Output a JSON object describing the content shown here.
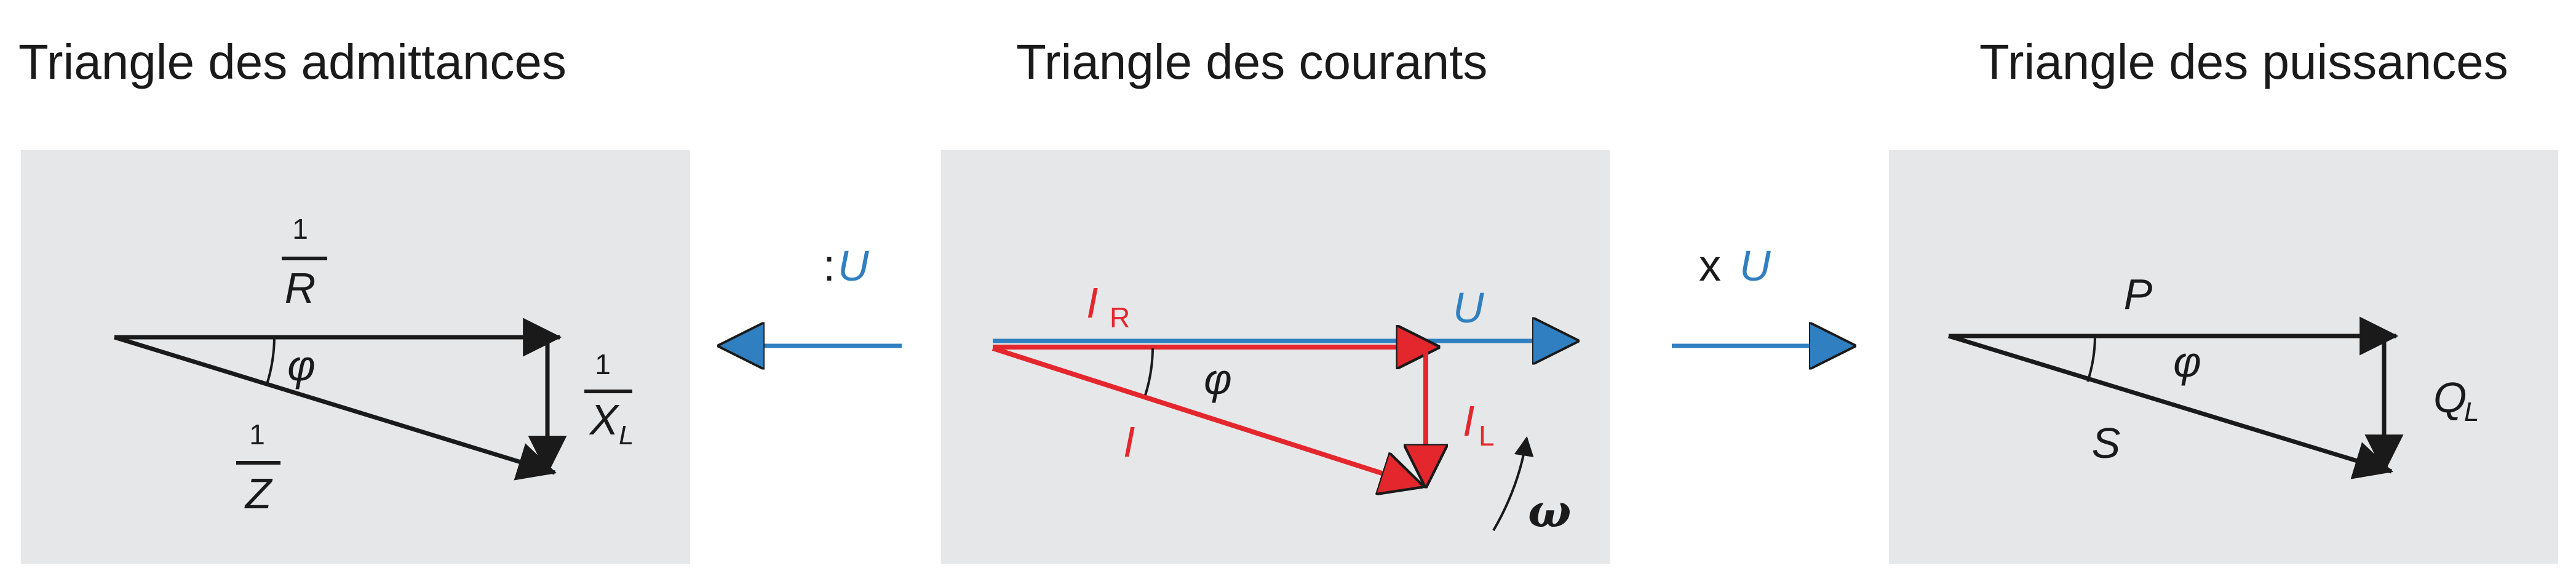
{
  "panels": {
    "admittances": {
      "title": "Triangle des admittances",
      "label_one_over_r_num": "1",
      "label_one_over_r_den": "R",
      "label_one_over_xl_num": "1",
      "label_one_over_xl_den": "X",
      "label_one_over_xl_sub": "L",
      "label_one_over_z_num": "1",
      "label_one_over_z_den": "Z",
      "label_phi": "φ"
    },
    "courants": {
      "title": "Triangle des courants",
      "label_ir": "I",
      "label_ir_sub": "R",
      "label_il": "I",
      "label_il_sub": "L",
      "label_i": "I",
      "label_u": "U",
      "label_phi": "φ",
      "label_omega": "ω"
    },
    "puissances": {
      "title": "Triangle des puissances",
      "label_p": "P",
      "label_q": "Q",
      "label_q_sub": "L",
      "label_s": "S",
      "label_phi": "φ"
    }
  },
  "operators": {
    "divide_symbol": ":",
    "divide_var": "U",
    "multiply_symbol": "x",
    "multiply_var": "U"
  },
  "colors": {
    "panel_bg": "#e6e7e9",
    "vector_black": "#1a1a1a",
    "vector_red": "#e3272d",
    "vector_blue": "#2f7fc1"
  }
}
